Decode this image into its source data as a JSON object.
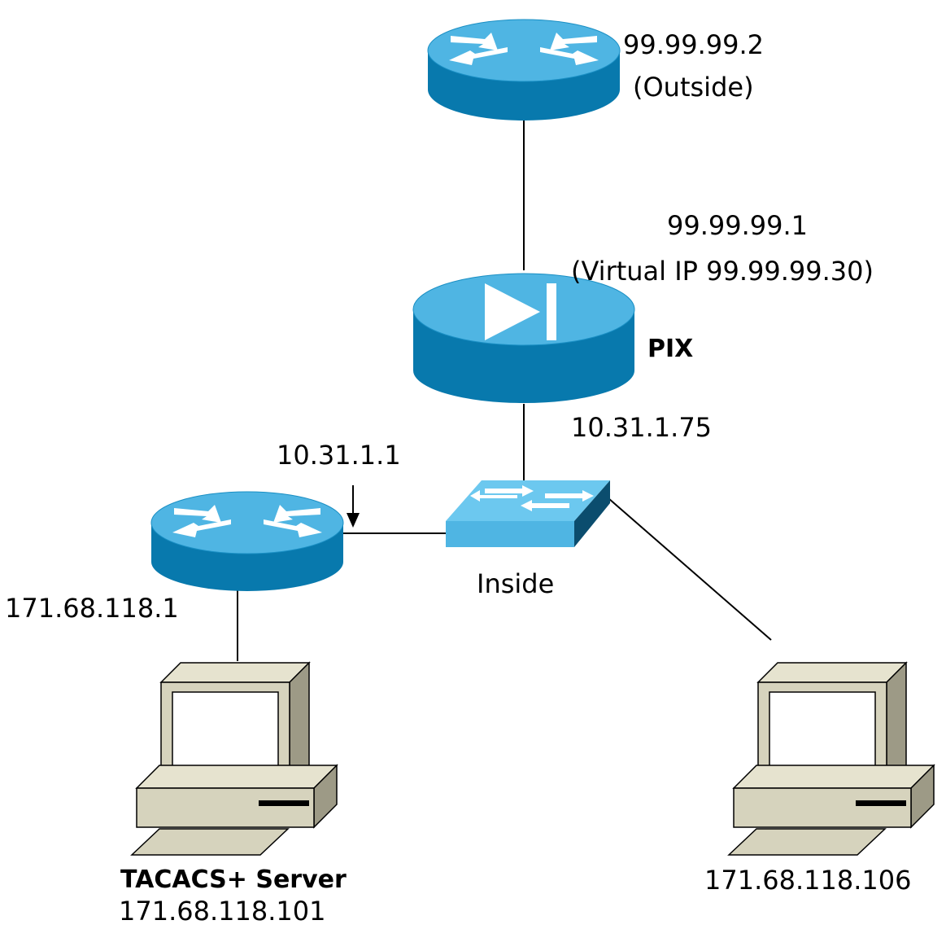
{
  "labels": {
    "outside_router_ip": "99.99.99.2",
    "outside_router_side": "(Outside)",
    "pix_outside_ip": "99.99.99.1",
    "pix_virtual_ip": "(Virtual IP 99.99.99.30)",
    "pix_name": "PIX",
    "pix_inside_ip": "10.31.1.75",
    "inside_router_ip": "10.31.1.1",
    "switch_label": "Inside",
    "inside_router_lan_ip": "171.68.118.1",
    "tacacs_name": "TACACS+ Server",
    "tacacs_ip": "171.68.118.101",
    "client_ip": "171.68.118.106"
  },
  "colors": {
    "device_top": "#4fb5e3",
    "device_side": "#0879ad",
    "device_top_light": "#6cc8ef",
    "pc_body": "#d6d3bd",
    "pc_shadow": "#9d9a86",
    "screen": "#ffffff",
    "link": "#000000"
  },
  "icons": {
    "outside_router": "router-icon",
    "pix_firewall": "firewall-icon",
    "inside_router": "router-icon",
    "switch": "switch-icon",
    "tacacs_pc": "workstation-icon",
    "client_pc": "workstation-icon"
  }
}
